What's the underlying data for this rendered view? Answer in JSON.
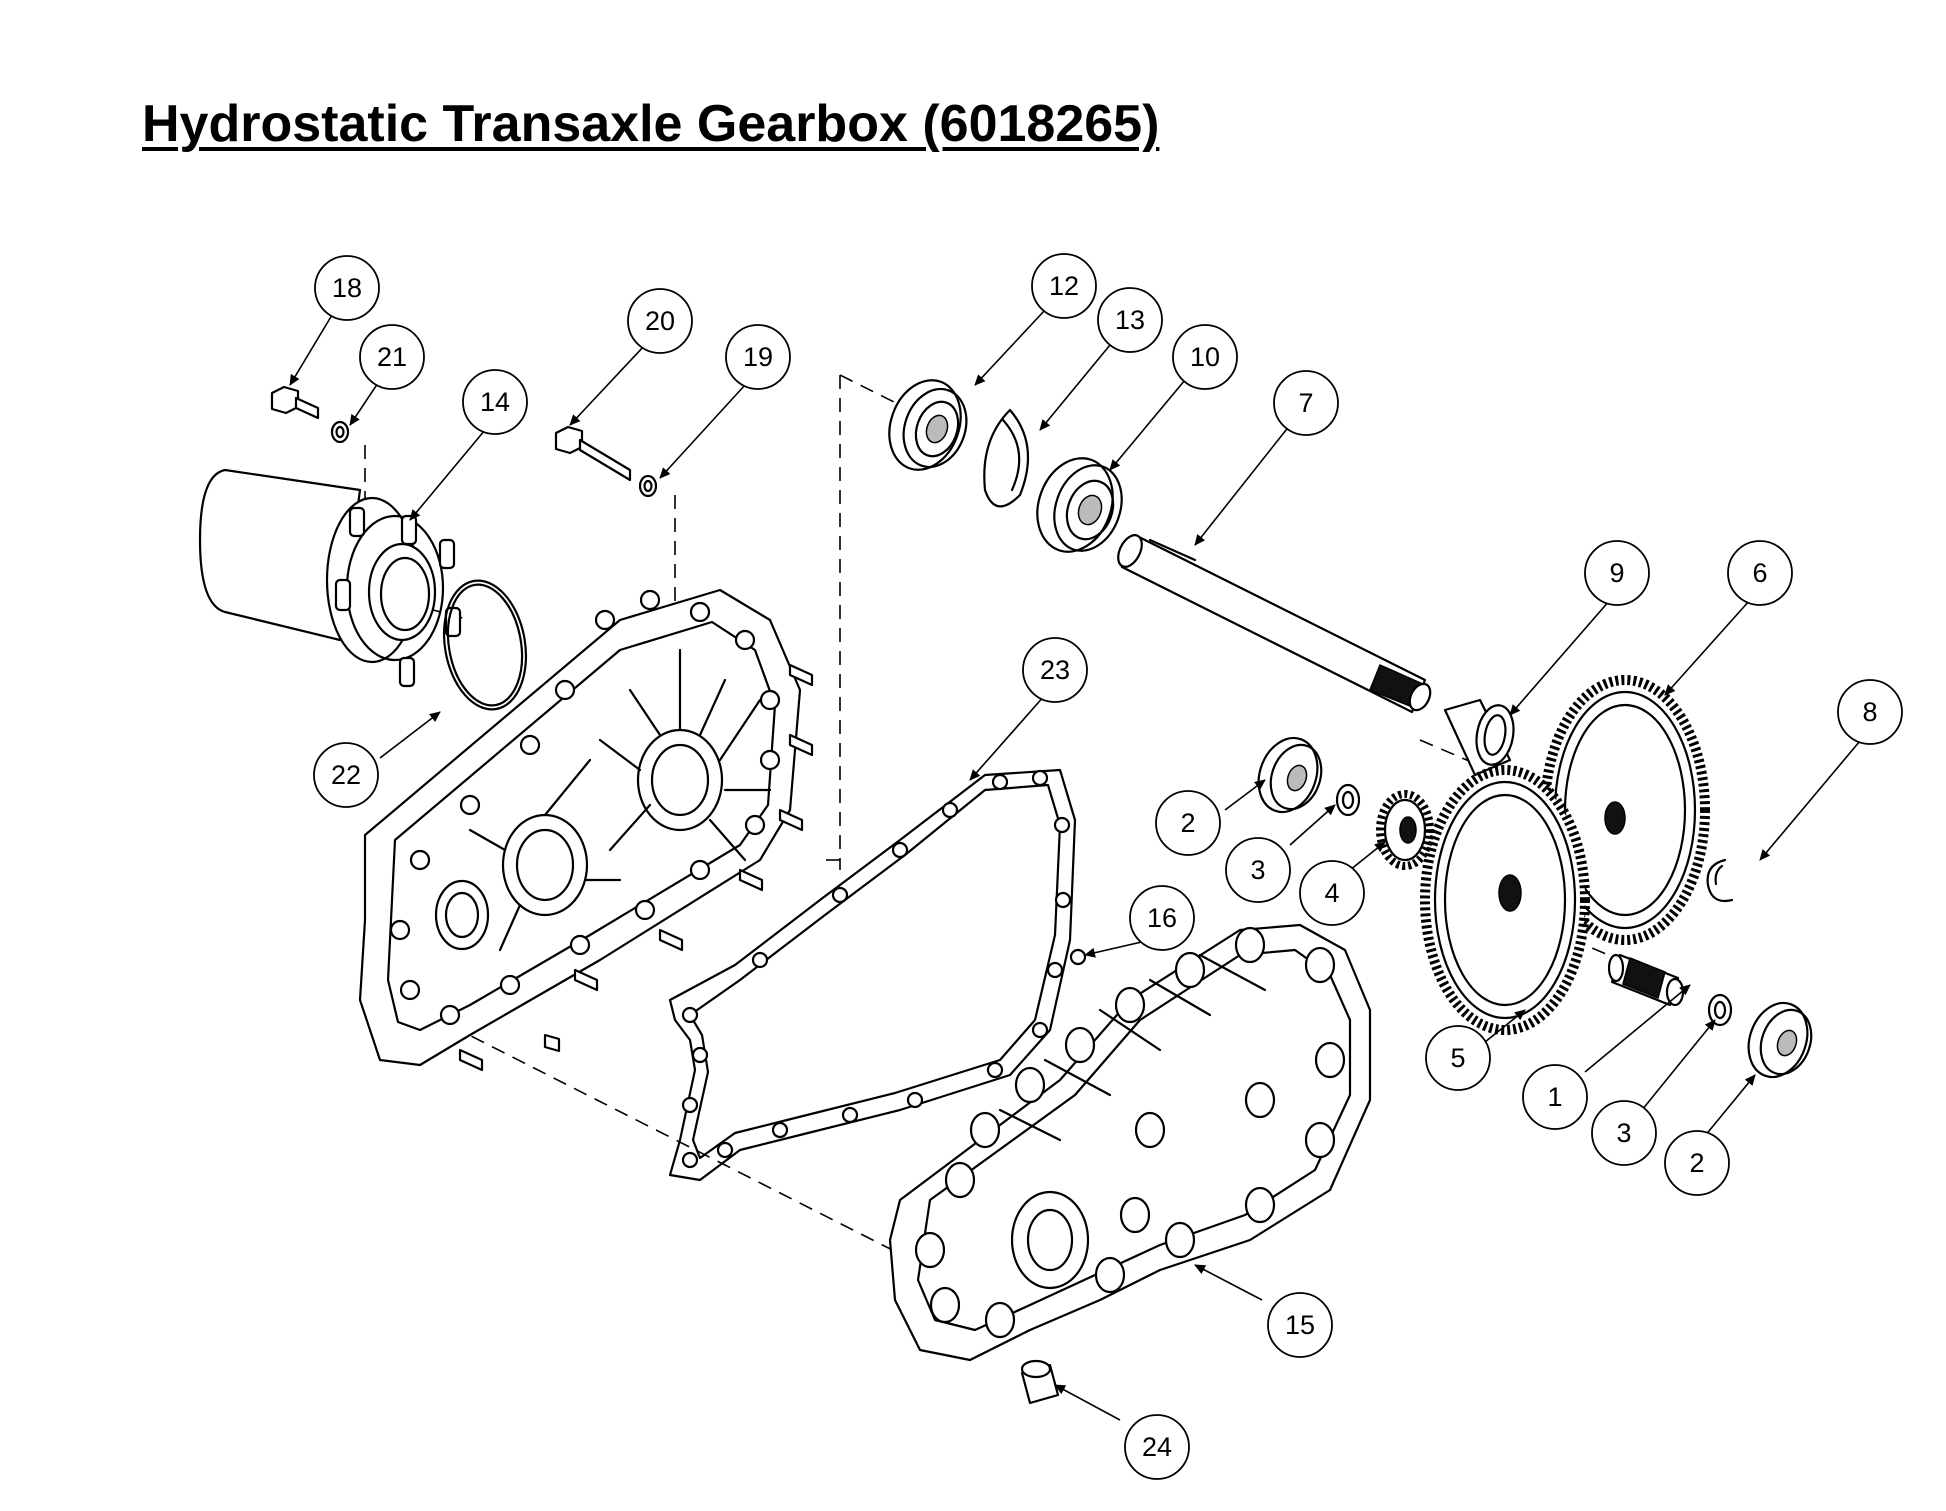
{
  "title": "Hydrostatic Transaxle Gearbox (6018265)",
  "callouts": [
    "18",
    "21",
    "14",
    "20",
    "19",
    "12",
    "13",
    "10",
    "7",
    "9",
    "6",
    "8",
    "23",
    "22",
    "2",
    "3",
    "4",
    "5",
    "16",
    "1",
    "3",
    "2",
    "15",
    "24"
  ]
}
